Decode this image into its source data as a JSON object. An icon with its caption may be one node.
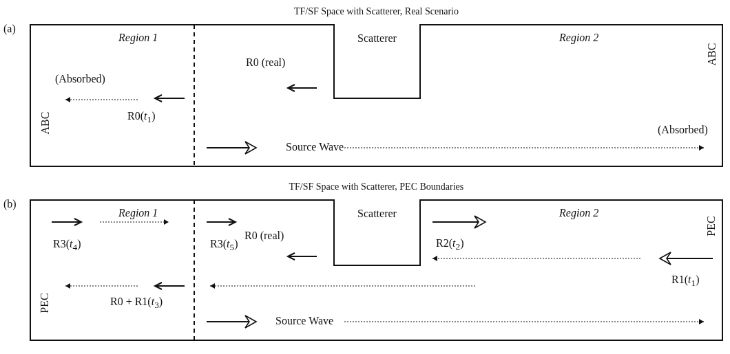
{
  "diagram": {
    "nodes": [
      {
        "text": [
          "TF/SF Space with Scatterer, Real Scenario"
        ],
        "beside": [
          "(a)"
        ]
      },
      {
        "text": [
          "Scatterer"
        ],
        "in": 0
      },
      {
        "text": [
          "TF/SF Space with Scatterer, PEC Boundaries"
        ],
        "beside": [
          "(b)"
        ]
      },
      {
        "text": [
          "Scatterer"
        ],
        "in": 2
      }
    ],
    "labels": [
      "*Region 1*",
      "*Region 2*",
      "ABC",
      "R0 (real)",
      "(Absorbed)",
      "R0(*t*$_{1}$)",
      "ABC",
      "Source Wave",
      "(Absorbed)",
      "*Region 1*",
      "*Region 2*",
      "PEC",
      "R2(*t*$_{2}$)",
      "R0 (real)",
      "R3(*t*$_{4}$)",
      "R3(*t*$_{5}$)",
      "R1(*t*$_{1}$)",
      "R0 + R1(*t*$_{3}$)",
      "PEC",
      "Source Wave"
    ]
  }
}
